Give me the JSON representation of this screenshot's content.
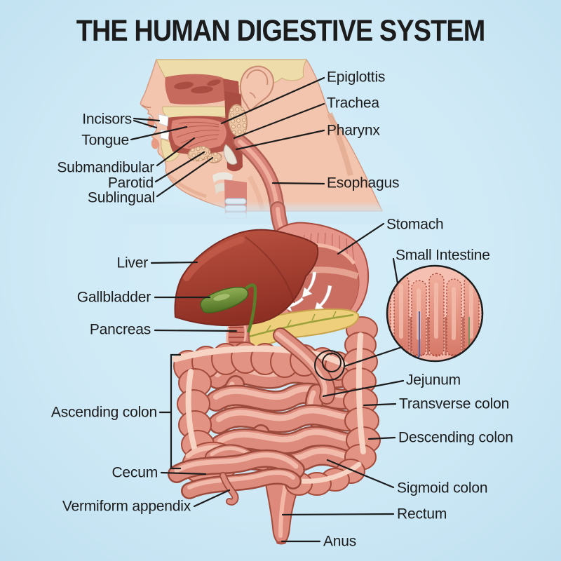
{
  "title": "THE HUMAN DIGESTIVE SYSTEM",
  "labels": {
    "incisors": "Incisors",
    "tongue": "Tongue",
    "submandibular": "Submandibular",
    "parotid": "Parotid",
    "sublingual": "Sublingual",
    "epiglottis": "Epiglottis",
    "trachea": "Trachea",
    "pharynx": "Pharynx",
    "esophagus": "Esophagus",
    "stomach": "Stomach",
    "small_intestine": "Small Intestine",
    "liver": "Liver",
    "gallbladder": "Gallbladder",
    "pancreas": "Pancreas",
    "jejunum": "Jejunum",
    "transverse_colon": "Transverse colon",
    "descending_colon": "Descending colon",
    "ascending_colon": "Ascending colon",
    "cecum": "Cecum",
    "sigmoid_colon": "Sigmoid colon",
    "vermiform_appendix": "Vermiform appendix",
    "rectum": "Rectum",
    "anus": "Anus"
  },
  "colors": {
    "bg": "#cfe9f6",
    "ink": "#1c1c1c",
    "skin": "#f3c4ae",
    "bone": "#eedcab",
    "cavity_red": "#b2544a",
    "tongue": "#dc8476",
    "liver_main": "#a64434",
    "gallbladder": "#6f9339",
    "stomach_wall": "#e5958a",
    "stomach_inner": "#cb6e62",
    "pancreas": "#eed07c",
    "intestine": "#dc8b7d",
    "intestine_light": "#f5c2b2",
    "colon": "#e29384",
    "taenia": "#f7d3c3",
    "inset_bg": "#f5c0b2",
    "vessel_blue": "#4668b0",
    "vessel_red": "#c03a2c"
  }
}
